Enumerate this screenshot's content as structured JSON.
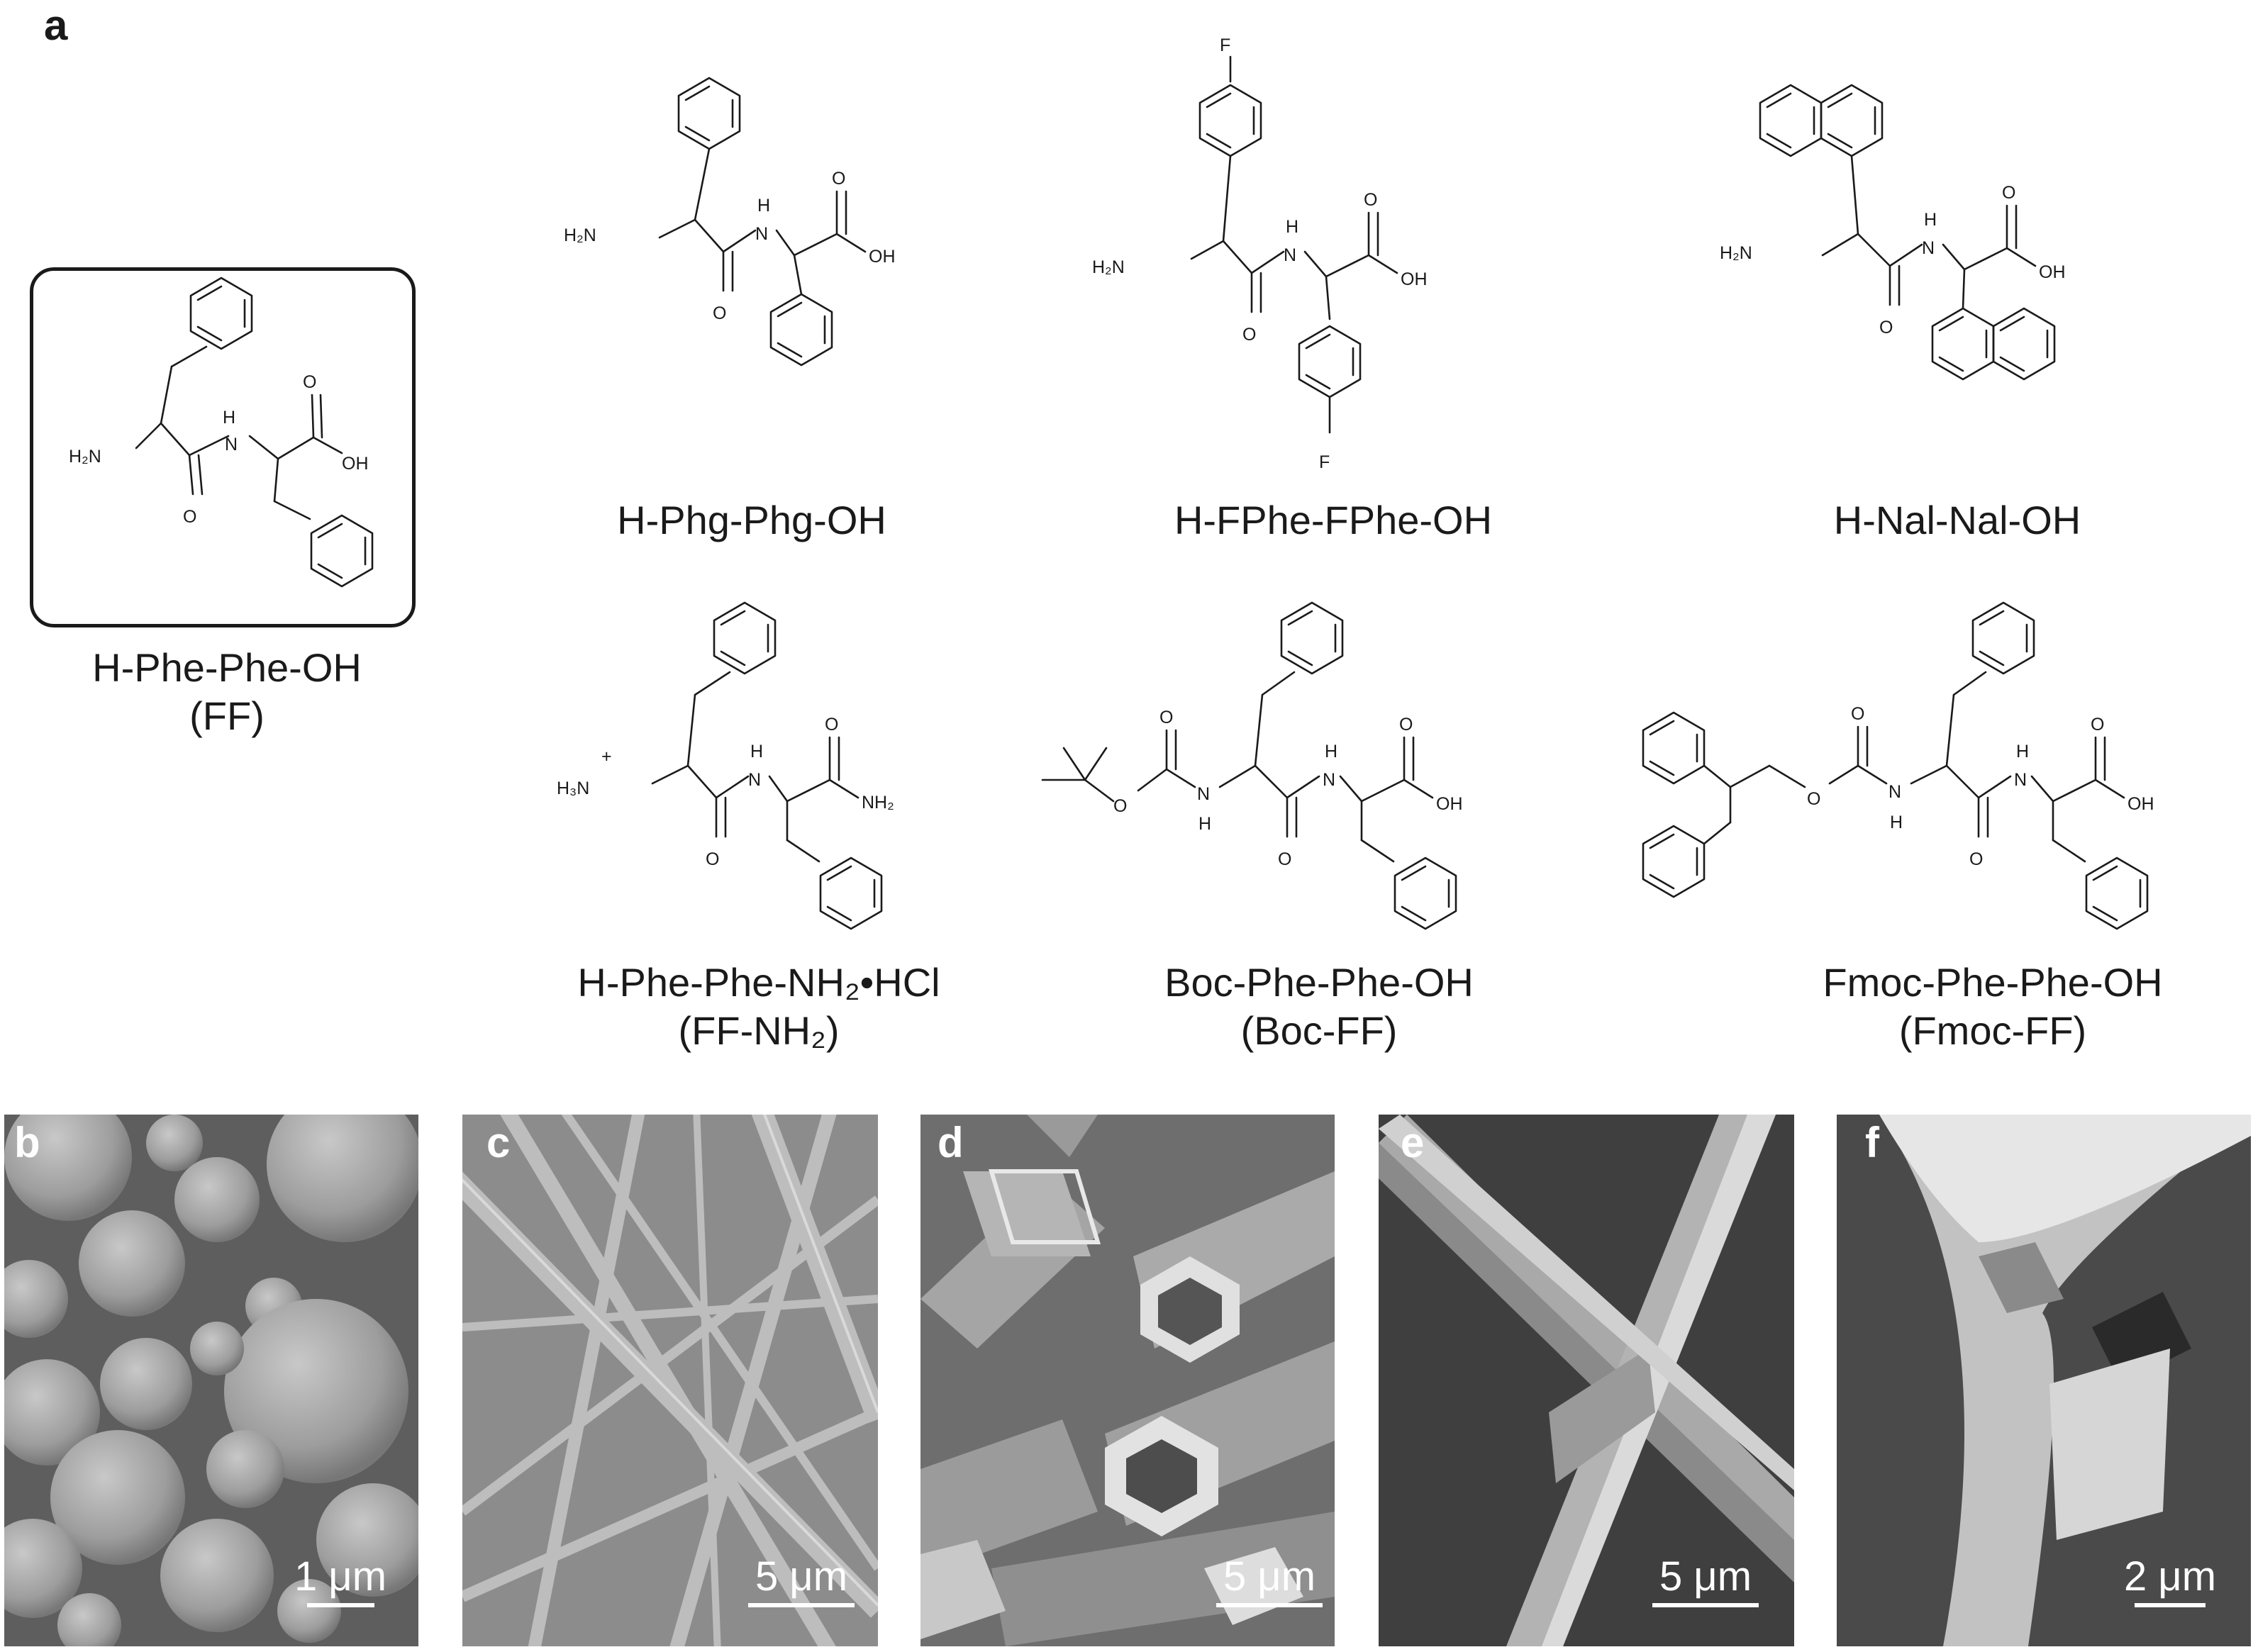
{
  "panels": {
    "a": "a",
    "b": "b",
    "c": "c",
    "d": "d",
    "e": "e",
    "f": "f"
  },
  "compounds": [
    {
      "name": "H-Phe-Phe-OH",
      "abbr": "(FF)"
    },
    {
      "name": "H-Phg-Phg-OH",
      "abbr": ""
    },
    {
      "name": "H-FPhe-FPhe-OH",
      "abbr": ""
    },
    {
      "name": "H-Nal-Nal-OH",
      "abbr": ""
    },
    {
      "name": "H-Phe-Phe-NH₂•HCl",
      "abbr": "(FF-NH₂)"
    },
    {
      "name": "Boc-Phe-Phe-OH",
      "abbr": "(Boc-FF)"
    },
    {
      "name": "Fmoc-Phe-Phe-OH",
      "abbr": "(Fmoc-FF)"
    }
  ],
  "atoms": {
    "H2N": "H₂N",
    "H3N": "H₃N",
    "plus": "+",
    "H": "H",
    "N": "N",
    "O": "O",
    "OH": "OH",
    "NH2": "NH₂",
    "F": "F"
  },
  "scalebars": {
    "b": "1 μm",
    "c": "5 μm",
    "d": "5 μm",
    "e": "5 μm",
    "f": "2 μm"
  },
  "colors": {
    "ink": "#1a1a1a",
    "sem_background": "#6a6a6a",
    "sem_highlight": "#d8d8d8"
  }
}
